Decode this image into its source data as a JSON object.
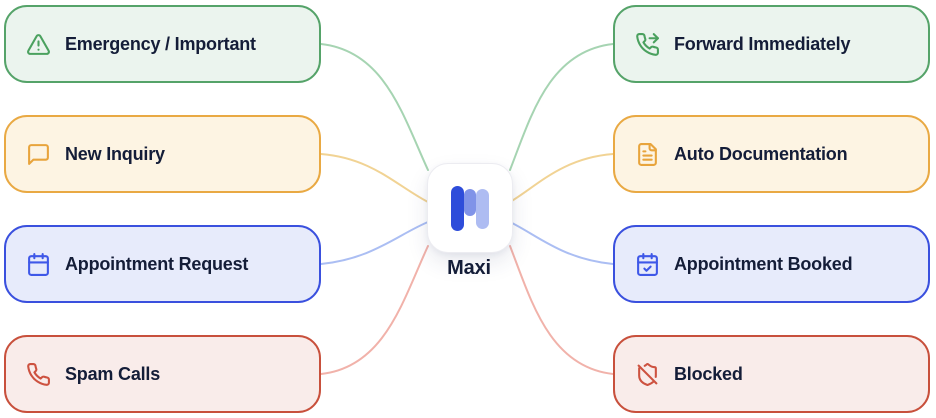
{
  "diagram": {
    "center": {
      "label": "Maxi",
      "logo_bar_colors": [
        "#2e4dda",
        "#8093e8",
        "#aebcf2"
      ]
    },
    "left_nodes": [
      {
        "label": "Emergency / Important",
        "icon": "alert-triangle-icon",
        "accent": "#55a369",
        "background": "#ebf4ee",
        "connector": "#a6d4b2"
      },
      {
        "label": "New Inquiry",
        "icon": "message-square-icon",
        "accent": "#e9a943",
        "background": "#fdf4e3",
        "connector": "#f1d394"
      },
      {
        "label": "Appointment Request",
        "icon": "calendar-icon",
        "accent": "#3a50de",
        "background": "#e7ebfb",
        "connector": "#abbef3"
      },
      {
        "label": "Spam Calls",
        "icon": "phone-icon",
        "accent": "#c8503c",
        "background": "#f9ecea",
        "connector": "#f1b2aa"
      }
    ],
    "right_nodes": [
      {
        "label": "Forward Immediately",
        "icon": "phone-forwarded-icon",
        "accent": "#55a369",
        "background": "#ebf4ee",
        "connector": "#a6d4b2"
      },
      {
        "label": "Auto Documentation",
        "icon": "file-text-icon",
        "accent": "#e9a943",
        "background": "#fdf4e3",
        "connector": "#f1d394"
      },
      {
        "label": "Appointment Booked",
        "icon": "calendar-check-icon",
        "accent": "#3a50de",
        "background": "#e7ebfb",
        "connector": "#abbef3"
      },
      {
        "label": "Blocked",
        "icon": "shield-off-icon",
        "accent": "#c8503c",
        "background": "#f9ecea",
        "connector": "#f1b2aa"
      }
    ],
    "text_color": "#141d38"
  }
}
